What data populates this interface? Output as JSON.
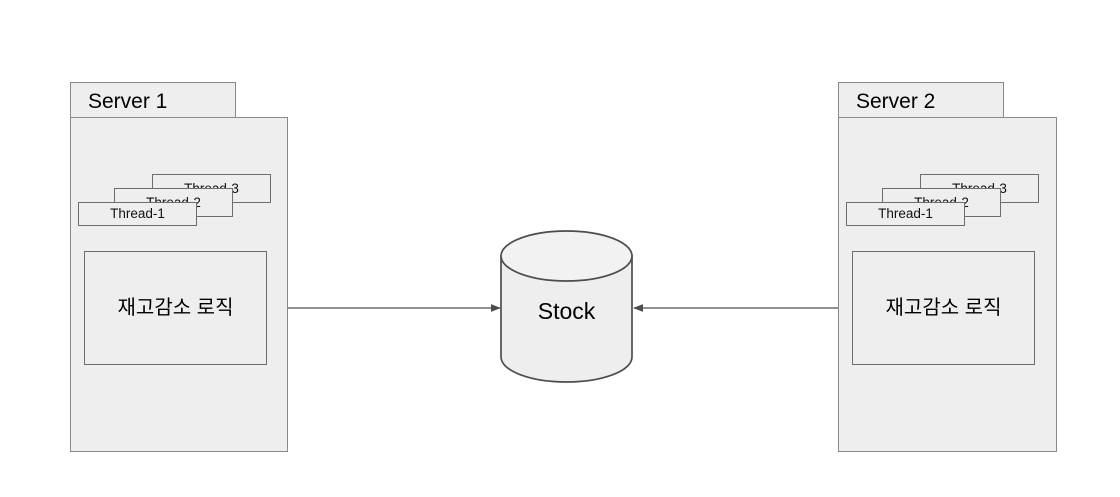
{
  "diagram": {
    "type": "architecture-concurrency",
    "background_color": "#ffffff",
    "shape_fill": "#eeeeee",
    "stroke_color": "#8a8a8a",
    "inner_stroke_color": "#6d6d6d",
    "text_color": "#000000"
  },
  "servers": [
    {
      "id": "server-1",
      "title": "Server 1",
      "threads": [
        {
          "id": "thread-3",
          "label": "Thread-3"
        },
        {
          "id": "thread-2",
          "label": "Thread-2"
        },
        {
          "id": "thread-1",
          "label": "Thread-1"
        }
      ],
      "logic": {
        "id": "logic-1",
        "label": "재고감소 로직"
      }
    },
    {
      "id": "server-2",
      "title": "Server 2",
      "threads": [
        {
          "id": "thread-3",
          "label": "Thread-3"
        },
        {
          "id": "thread-2",
          "label": "Thread-2"
        },
        {
          "id": "thread-1",
          "label": "Thread-1"
        }
      ],
      "logic": {
        "id": "logic-2",
        "label": "재고감소 로직"
      }
    }
  ],
  "datastore": {
    "id": "stock-cylinder",
    "label": "Stock",
    "shape": "cylinder"
  },
  "connections": [
    {
      "id": "conn-thread1-logic-left",
      "from": "Thread-1",
      "to": "재고감소 로직",
      "direction": "down",
      "arrow": "single"
    },
    {
      "id": "conn-logic-stock-left",
      "from": "재고감소 로직",
      "to": "Stock",
      "direction": "right",
      "arrow": "single"
    },
    {
      "id": "conn-thread1-logic-right",
      "from": "Thread-1",
      "to": "재고감소 로직",
      "direction": "down",
      "arrow": "single"
    },
    {
      "id": "conn-logic-stock-right",
      "from": "재고감소 로직",
      "to": "Stock",
      "direction": "left",
      "arrow": "single"
    }
  ]
}
